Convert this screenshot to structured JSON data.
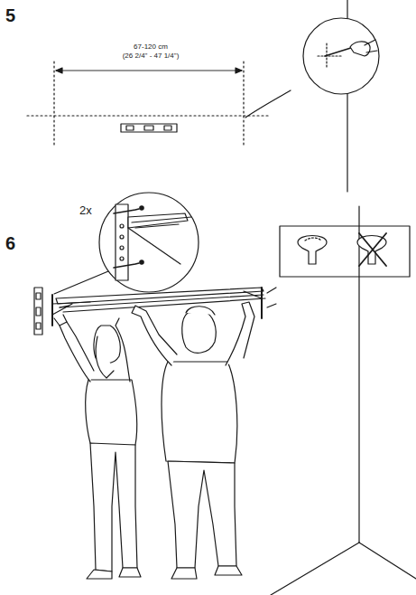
{
  "diagram": {
    "labels": [
      "5",
      "67-120 cm",
      "(26 2/4\" - 47 1/4\")",
      "6",
      "2x"
    ]
  }
}
